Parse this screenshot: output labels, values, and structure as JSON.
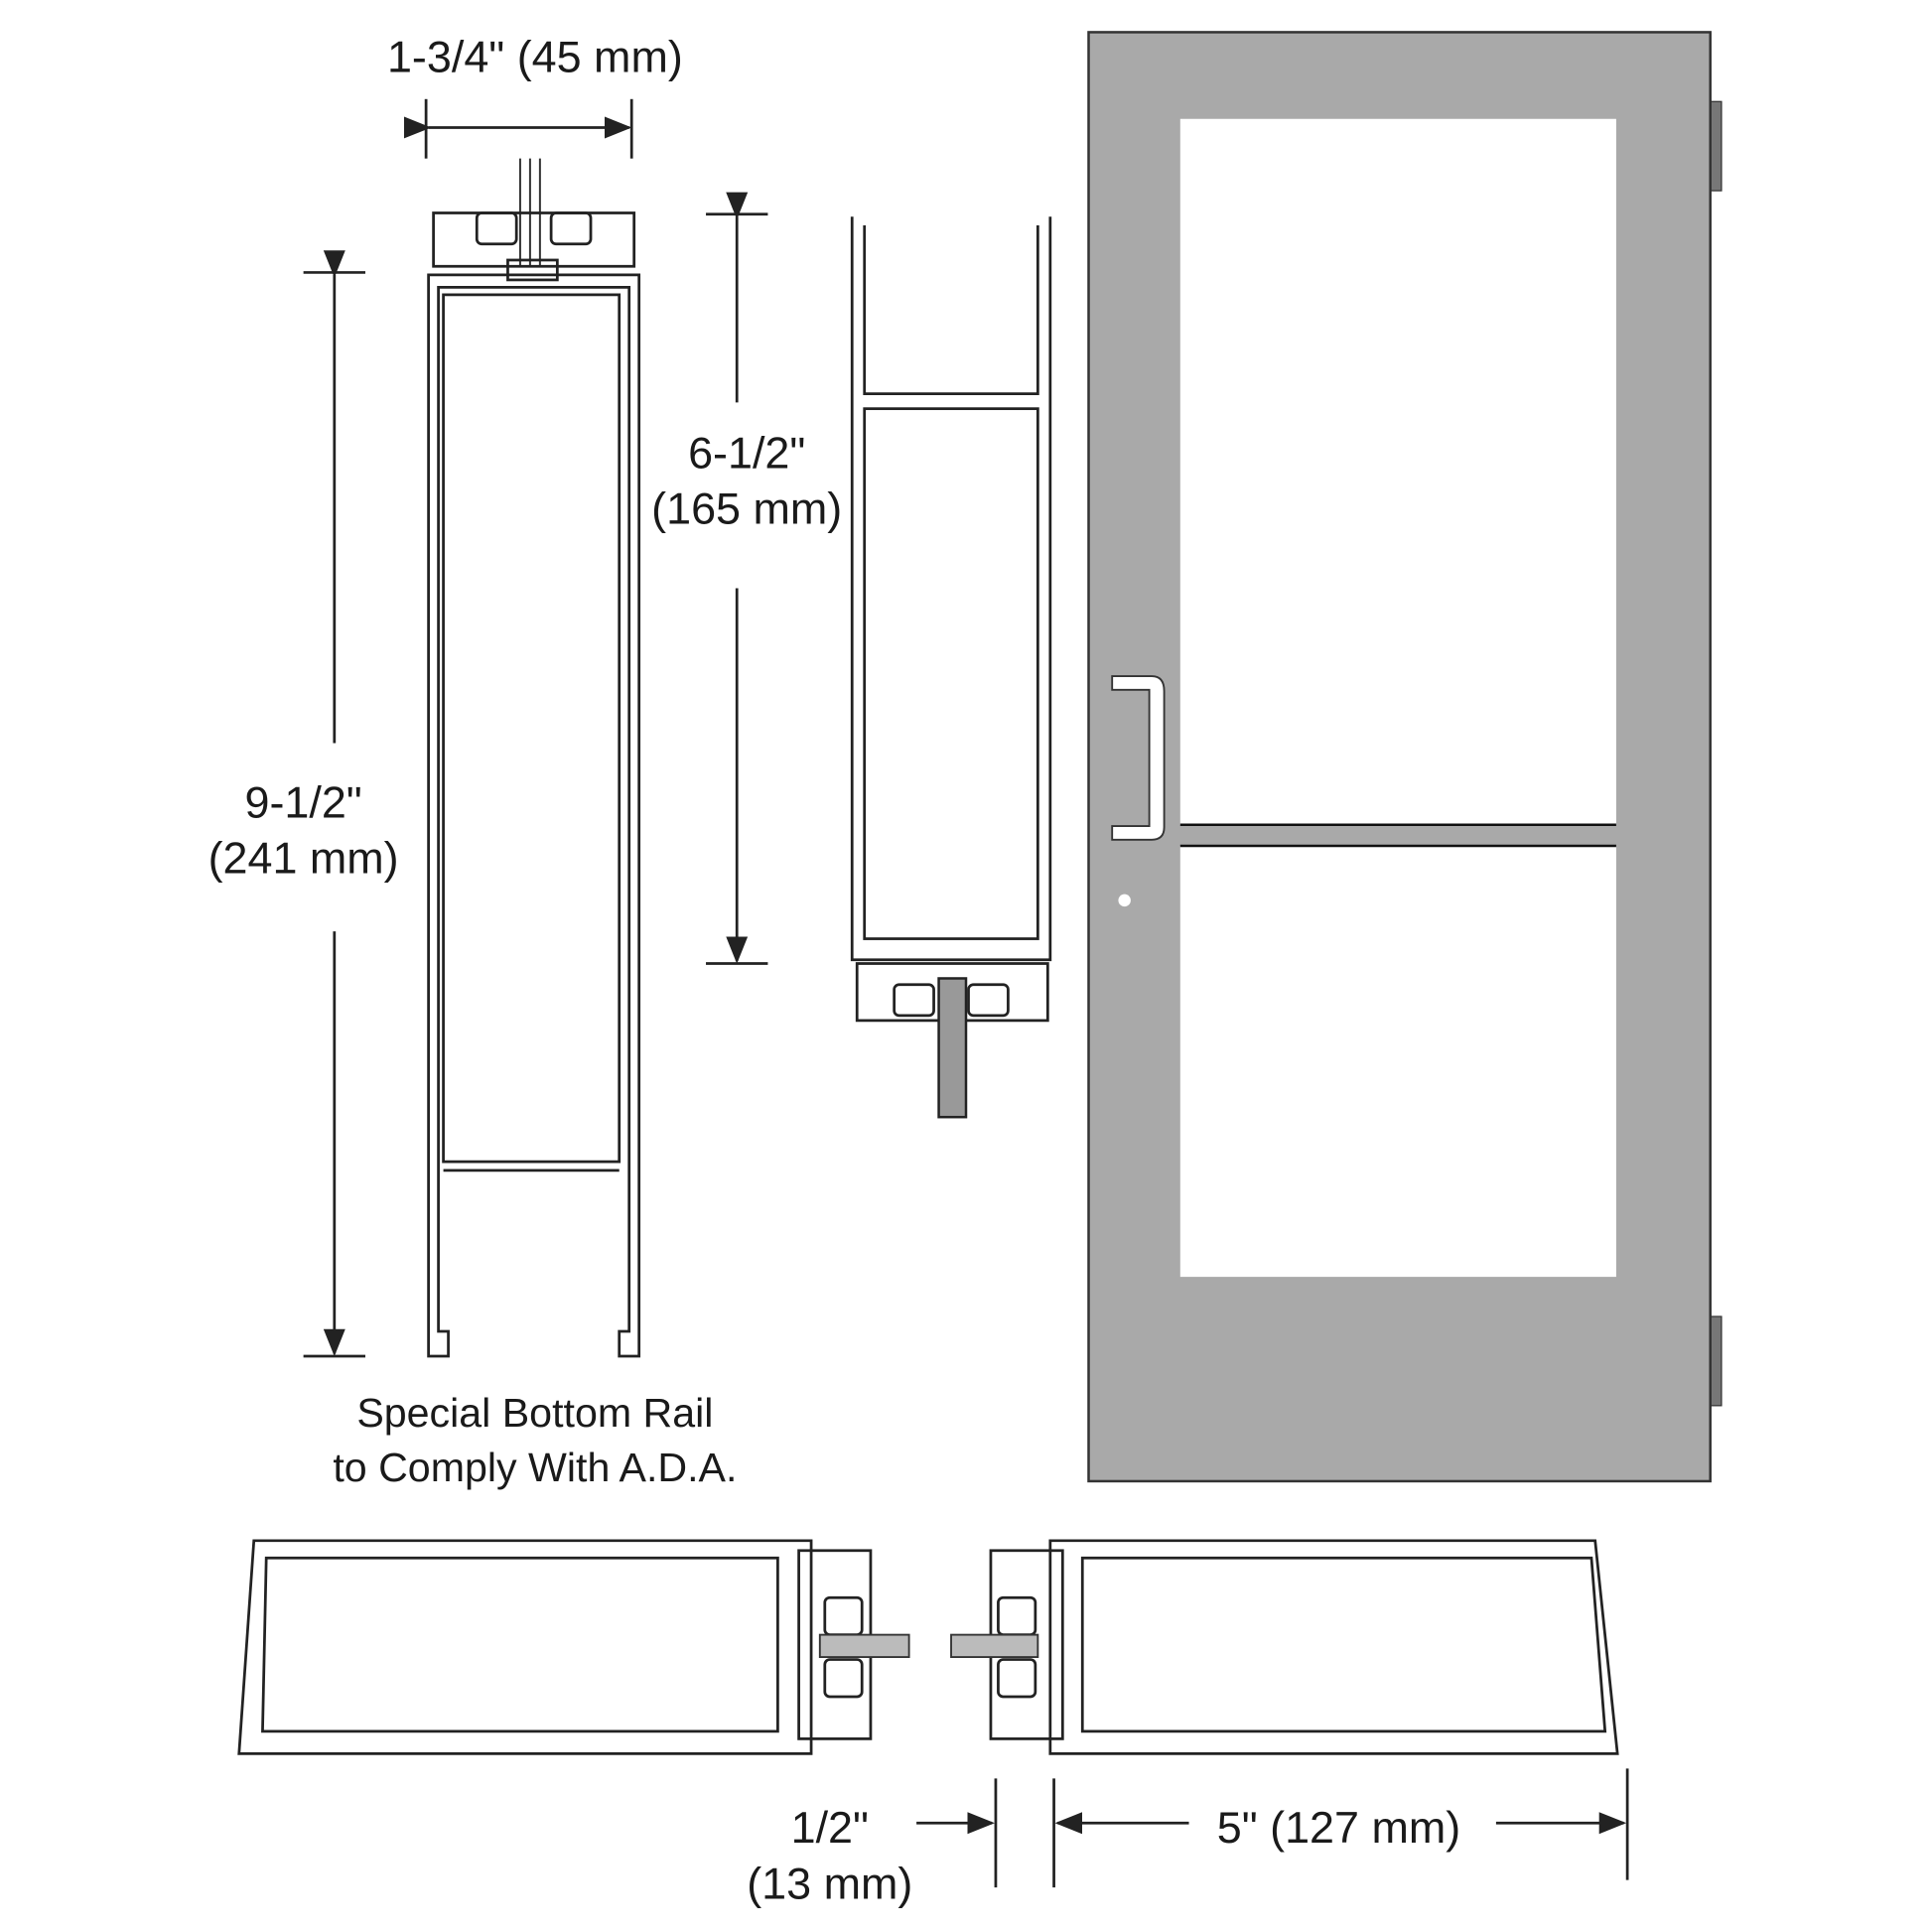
{
  "dimensions": {
    "profile_width": "1-3/4\" (45 mm)",
    "bottom_rail_height": "9-1/2\"",
    "bottom_rail_height_mm": "(241 mm)",
    "top_rail_height": "6-1/2\"",
    "top_rail_height_mm": "(165 mm)",
    "offset": "1/2\"",
    "offset_mm": "(13 mm)",
    "stile_width": "5\" (127 mm)"
  },
  "caption": {
    "line1": "Special Bottom Rail",
    "line2": "to Comply With A.D.A."
  },
  "colors": {
    "door_finish": "#a9a9a9",
    "glass": "#ffffff",
    "line": "#222222"
  }
}
